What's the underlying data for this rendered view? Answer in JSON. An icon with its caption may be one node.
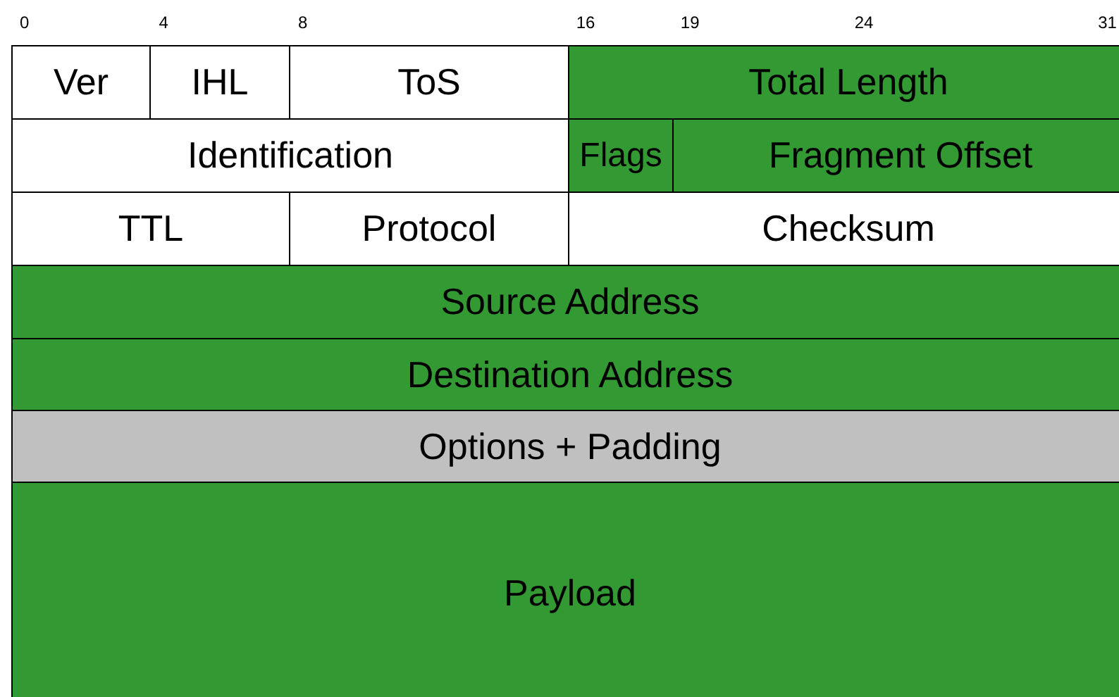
{
  "diagram": {
    "nodes": [
      {
        "text": [
          "Ver"
        ]
      },
      {
        "text": [
          "IHL"
        ]
      },
      {
        "text": [
          "ToS"
        ]
      },
      {
        "text": [
          "Total Length"
        ]
      },
      {
        "text": [
          "Identification"
        ]
      },
      {
        "text": [
          "Flags"
        ]
      },
      {
        "text": [
          "Fragment Offset"
        ]
      },
      {
        "text": [
          "TTL"
        ]
      },
      {
        "text": [
          "Protocol"
        ]
      },
      {
        "text": [
          "Checksum"
        ]
      },
      {
        "text": [
          "Source Address"
        ]
      },
      {
        "text": [
          "Destination Address"
        ]
      },
      {
        "text": [
          "Options + Padding"
        ]
      },
      {
        "text": [
          "Payload"
        ]
      }
    ],
    "labels": [
      "0",
      "4",
      "8",
      "16",
      "19",
      "24",
      "31"
    ]
  }
}
